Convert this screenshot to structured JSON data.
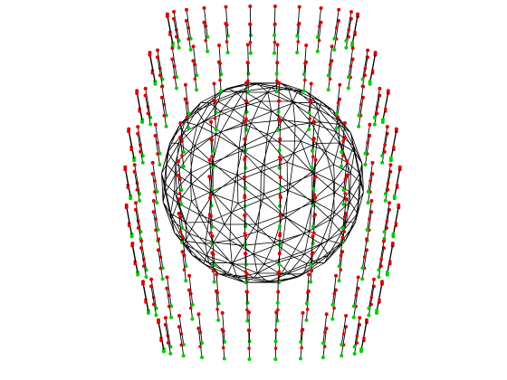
{
  "scene": {
    "background": "#ffffff",
    "mesh": {
      "kind": "geodesic-sphere",
      "stroke": "#000000"
    },
    "field_lines": {
      "stroke": "#000000",
      "start_color": "#00cc00",
      "end_color": "#dd0000",
      "rows": 9,
      "columns": 24,
      "description_color_legend": ""
    }
  }
}
